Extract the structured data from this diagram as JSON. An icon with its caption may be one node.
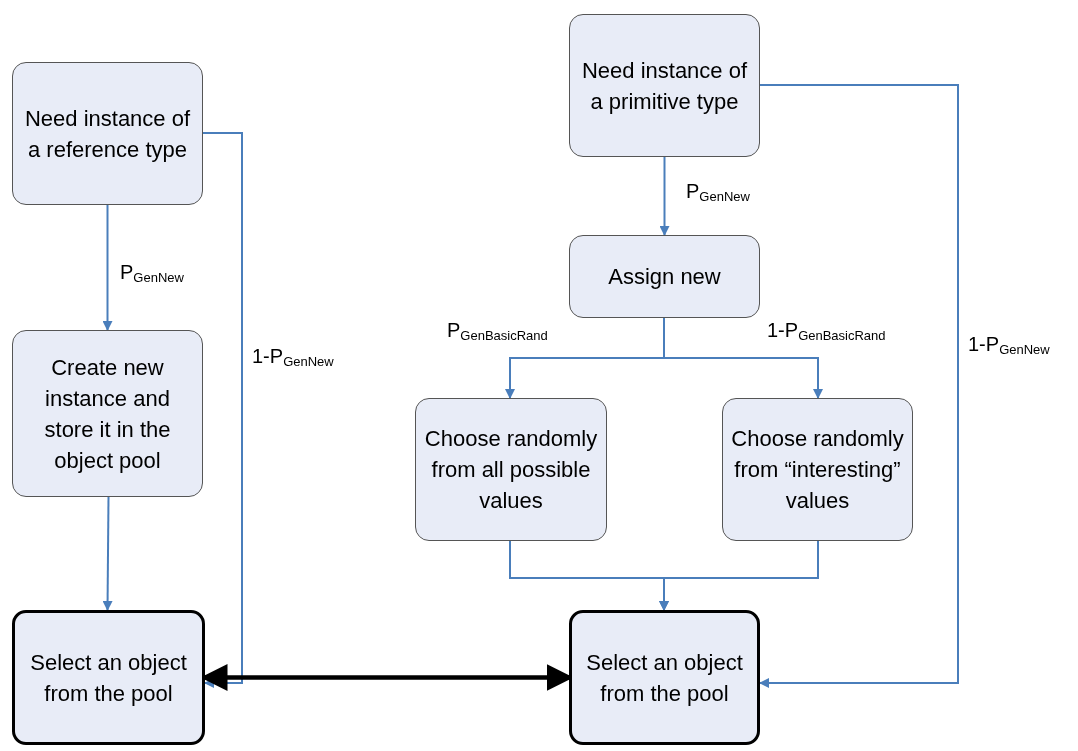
{
  "diagram": {
    "nodes": [
      {
        "text": [
          "Need instance of a reference type"
        ]
      },
      {
        "text": [
          "Create new instance and store it in the object pool"
        ]
      },
      {
        "text": [
          "Select an object from the pool"
        ]
      },
      {
        "text": [
          "Need instance of a primitive type"
        ]
      },
      {
        "text": [
          "Assign new"
        ]
      },
      {
        "text": [
          "Choose randomly from all possible values"
        ]
      },
      {
        "text": [
          "Choose randomly from “interesting” values"
        ]
      },
      {
        "text": [
          "Select an object from the pool"
        ]
      }
    ],
    "edges": [
      {
        "from": 0,
        "to": 1,
        "arrow": "to",
        "label": "P$_{GenNew}$"
      },
      {
        "from": 0,
        "to": 2,
        "arrow": "to",
        "label": "1-P$_{GenNew}$"
      },
      {
        "from": 1,
        "to": 2,
        "arrow": "to"
      },
      {
        "from": 3,
        "to": 4,
        "arrow": "to",
        "label": "P$_{GenNew}$"
      },
      {
        "from": 4,
        "to": 5,
        "arrow": "to",
        "label": "P$_{GenBasicRand}$"
      },
      {
        "from": 4,
        "to": 6,
        "arrow": "to",
        "label": "1-P$_{GenBasicRand}$"
      },
      {
        "from": 5,
        "to": 7,
        "arrow": "to"
      },
      {
        "from": 6,
        "to": 7,
        "arrow": "to"
      },
      {
        "from": 3,
        "to": 7,
        "arrow": "to",
        "label": "1-P$_{GenNew}$"
      },
      {
        "from": 2,
        "to": 7,
        "arrow": "both",
        "style": "thick",
        "color": "#000000"
      }
    ]
  }
}
